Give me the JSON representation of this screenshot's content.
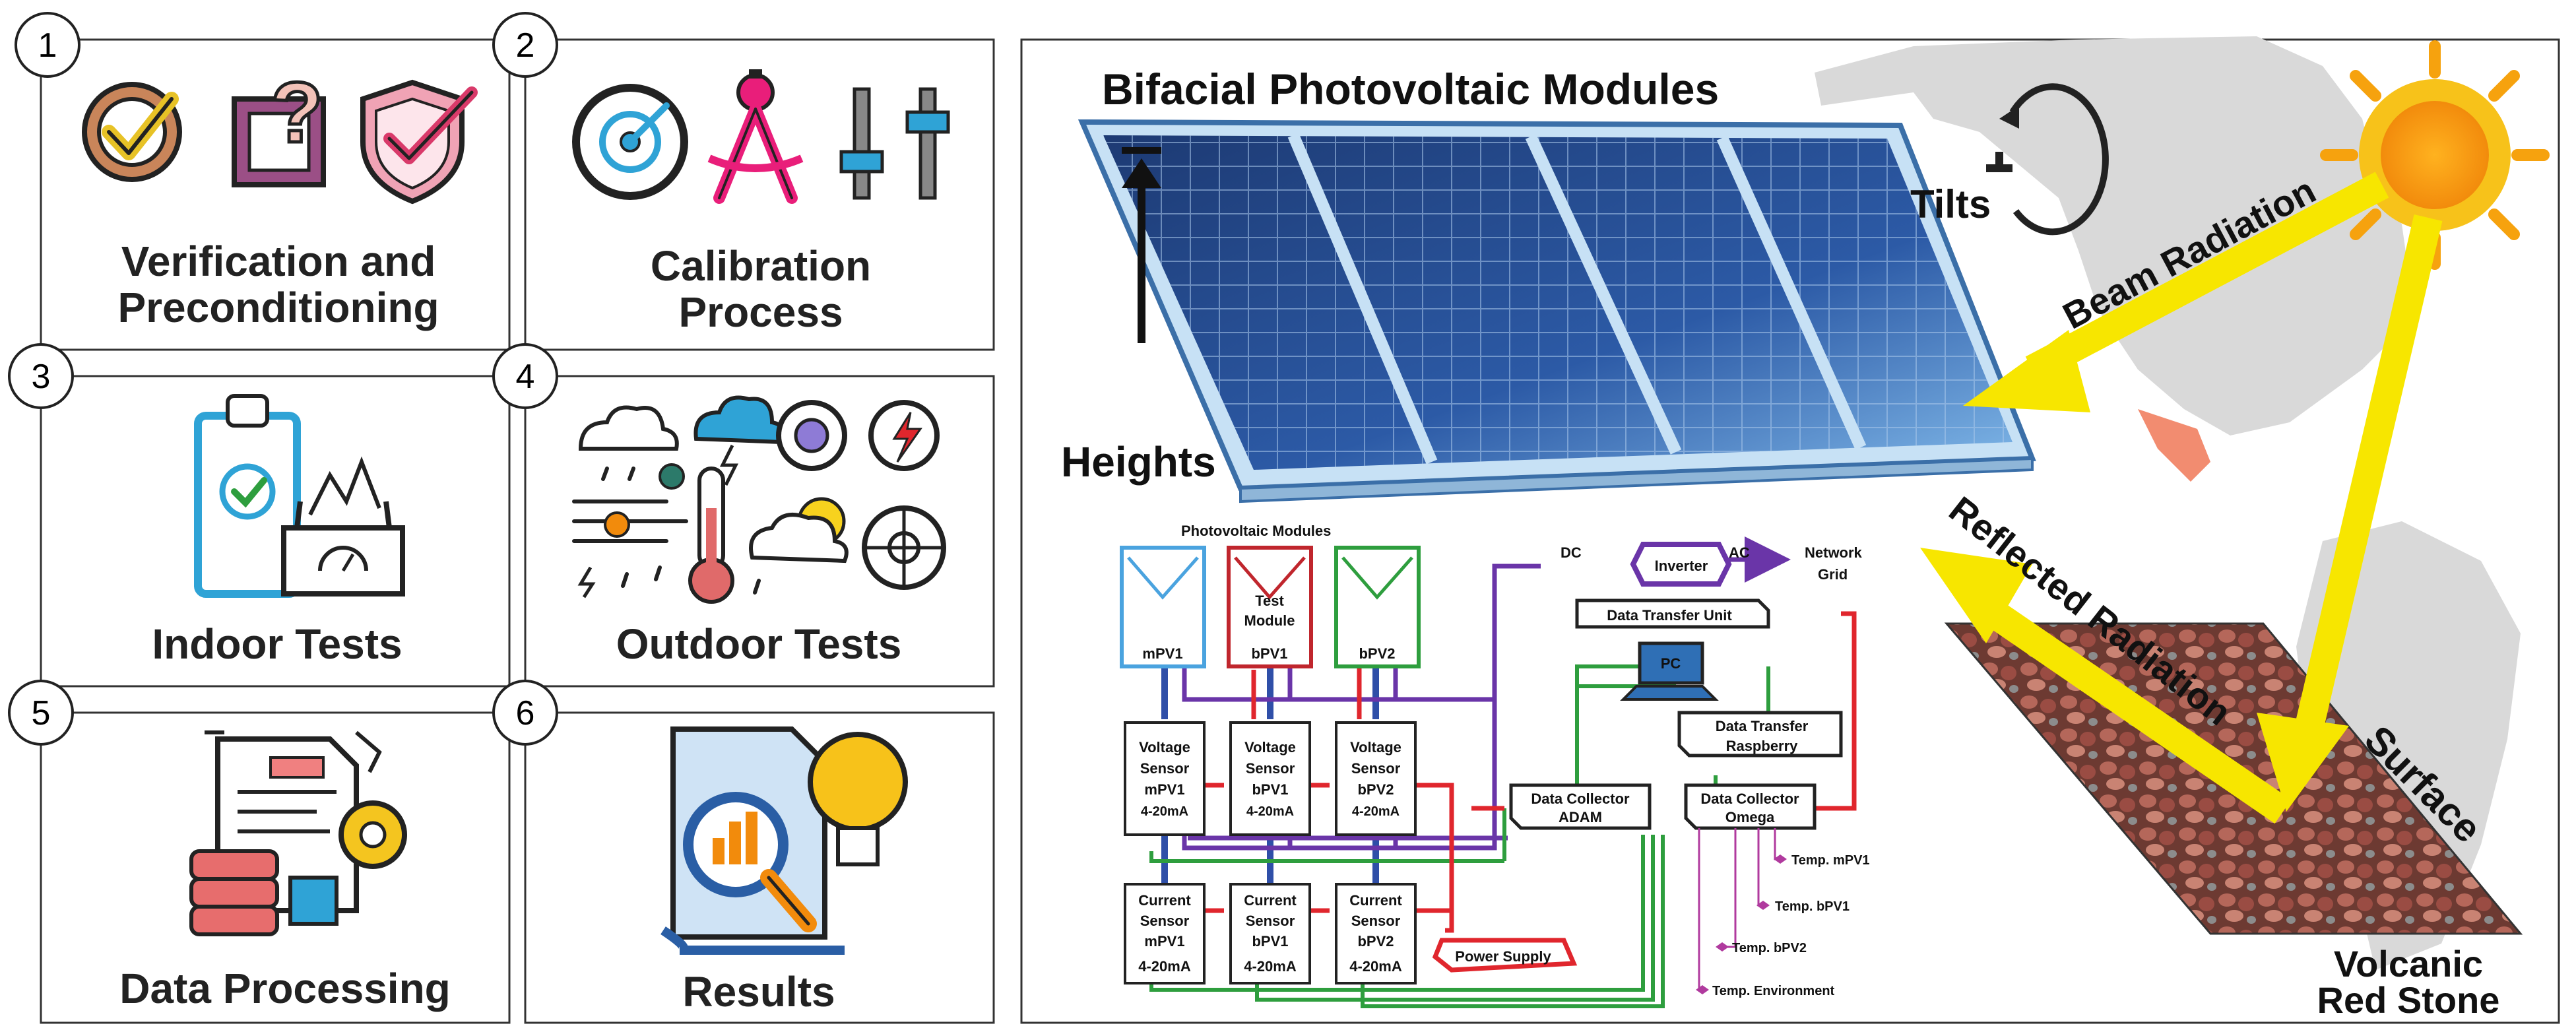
{
  "steps": [
    {
      "number": "1",
      "title_line1": "Verification and",
      "title_line2": "Preconditioning"
    },
    {
      "number": "2",
      "title_line1": "Calibration",
      "title_line2": "Process"
    },
    {
      "number": "3",
      "title_line1": "Indoor Tests",
      "title_line2": ""
    },
    {
      "number": "4",
      "title_line1": "Outdoor Tests",
      "title_line2": ""
    },
    {
      "number": "5",
      "title_line1": "Data Processing",
      "title_line2": ""
    },
    {
      "number": "6",
      "title_line1": "Results",
      "title_line2": ""
    }
  ],
  "scene": {
    "title": "Bifacial Photovoltaic Modules",
    "tilts": "Tilts",
    "heights": "Heights",
    "beam_radiation": "Beam Radiation",
    "reflected_radiation": "Reflected Radiation",
    "surface": "Surface",
    "stone_line1": "Volcanic",
    "stone_line2": "Red Stone"
  },
  "schematic": {
    "pv_title": "Photovoltaic Modules",
    "modules": [
      {
        "line1": "",
        "line2": "",
        "line3": "mPV1",
        "color": "#4aa3df"
      },
      {
        "line1": "Test",
        "line2": "Module",
        "line3": "bPV1",
        "color": "#c0262d"
      },
      {
        "line1": "",
        "line2": "",
        "line3": "bPV2",
        "color": "#2e9e3e"
      }
    ],
    "voltage_sensors": [
      {
        "l1": "Voltage",
        "l2": "Sensor",
        "l3": "mPV1",
        "l4": "4-20mA"
      },
      {
        "l1": "Voltage",
        "l2": "Sensor",
        "l3": "bPV1",
        "l4": "4-20mA"
      },
      {
        "l1": "Voltage",
        "l2": "Sensor",
        "l3": "bPV2",
        "l4": "4-20mA"
      }
    ],
    "current_sensors": [
      {
        "l1": "Current",
        "l2": "Sensor",
        "l3": "mPV1",
        "l4": "4-20mA"
      },
      {
        "l1": "Current",
        "l2": "Sensor",
        "l3": "bPV1",
        "l4": "4-20mA"
      },
      {
        "l1": "Current",
        "l2": "Sensor",
        "l3": "bPV2",
        "l4": "4-20mA"
      }
    ],
    "dc": "DC",
    "ac": "AC",
    "inverter": "Inverter",
    "network_line1": "Network",
    "network_line2": "Grid",
    "data_transfer_unit": "Data Transfer Unit",
    "pc": "PC",
    "dt_rasp_line1": "Data Transfer",
    "dt_rasp_line2": "Raspberry",
    "adam_line1": "Data Collector",
    "adam_line2": "ADAM",
    "omega_line1": "Data Collector",
    "omega_line2": "Omega",
    "power_supply": "Power Supply",
    "temps": [
      "Temp. mPV1",
      "Temp. bPV1",
      "Temp. bPV2",
      "Temp. Environment"
    ]
  },
  "colors": {
    "wire_purple": "#6a35a8",
    "wire_green": "#2e9e3e",
    "wire_red": "#e0262d",
    "wire_blue": "#2f4fa8",
    "sun": "#f6a20e",
    "beam": "#f7e600",
    "map": "#d9d9d9",
    "mexico": "#f28c70"
  }
}
